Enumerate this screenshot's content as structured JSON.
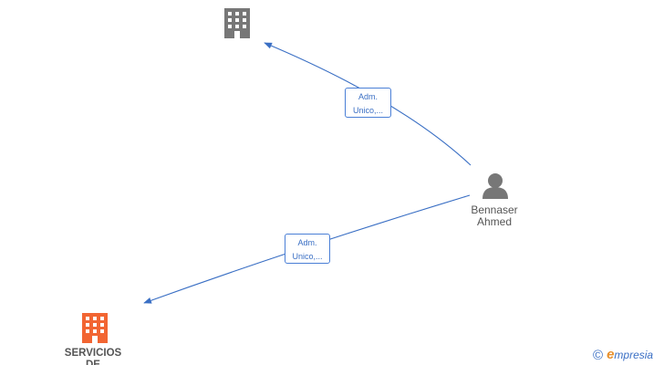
{
  "nodes": {
    "company_top": {
      "icon": "building-icon",
      "color": "#777777",
      "label": ""
    },
    "company_bottom": {
      "icon": "building-icon",
      "color": "#f26532",
      "label_line1": "SERVICIOS",
      "label_line2": "DE"
    },
    "person": {
      "icon": "person-icon",
      "color": "#777777",
      "label_line1": "Bennaser",
      "label_line2": "Ahmed"
    }
  },
  "edges": [
    {
      "from": "person",
      "to": "company_top",
      "label_line1": "Adm.",
      "label_line2": "Unico,..."
    },
    {
      "from": "person",
      "to": "company_bottom",
      "label_line1": "Adm.",
      "label_line2": "Unico,..."
    }
  ],
  "brand": {
    "copyright": "©",
    "initial": "e",
    "name": "mpresia"
  },
  "colors": {
    "edge": "#3a6fc4"
  }
}
